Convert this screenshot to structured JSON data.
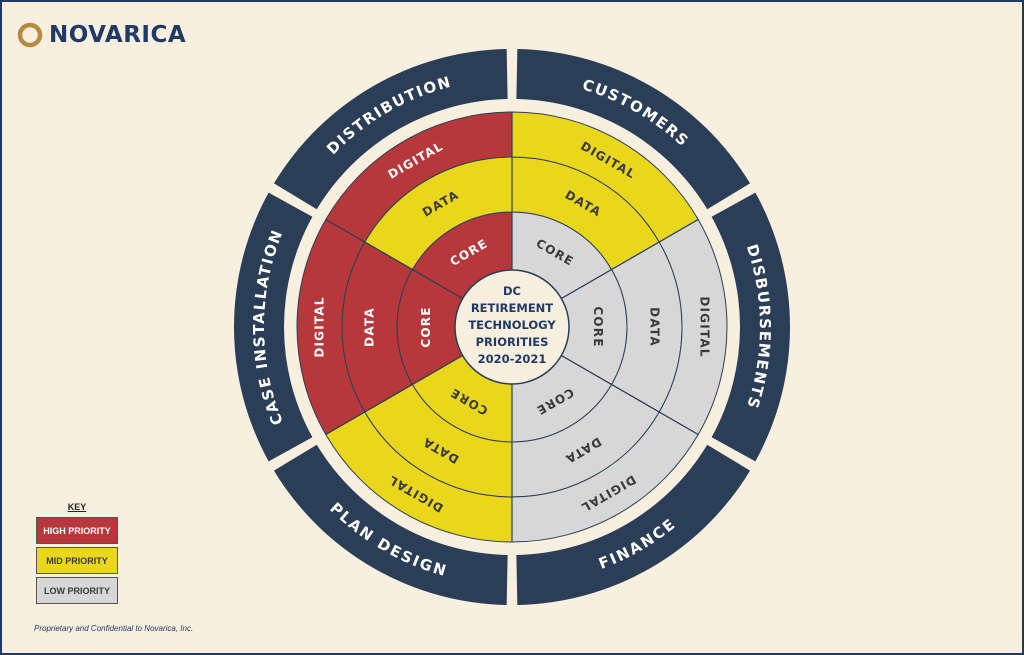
{
  "brand": {
    "name": "NOVARICA",
    "colors": {
      "navy": "#2b3e58",
      "gold": "#b5893e",
      "text": "#1f3a67"
    }
  },
  "center": {
    "lines": [
      "DC",
      "RETIREMENT",
      "TECHNOLOGY",
      "PRIORITIES",
      "2020-2021"
    ]
  },
  "colors": {
    "high": "#b6383b",
    "mid": "#ead61a",
    "low": "#d7d7d7",
    "ring": "#2b3e58",
    "background": "#f8efdf"
  },
  "sectors": [
    {
      "name": "CASE INSTALLATION",
      "core": "CORE",
      "data": "DATA",
      "digital": "DIGITAL",
      "priority": {
        "core": "high",
        "data": "high",
        "digital": "high"
      }
    },
    {
      "name": "DISTRIBUTION",
      "core": "CORE",
      "data": "DATA",
      "digital": "DIGITAL",
      "priority": {
        "core": "high",
        "data": "mid",
        "digital": "high"
      }
    },
    {
      "name": "CUSTOMERS",
      "core": "CORE",
      "data": "DATA",
      "digital": "DIGITAL",
      "priority": {
        "core": "low",
        "data": "mid",
        "digital": "mid"
      }
    },
    {
      "name": "DISBURSEMENTS",
      "core": "CORE",
      "data": "DATA",
      "digital": "DIGITAL",
      "priority": {
        "core": "low",
        "data": "low",
        "digital": "low"
      }
    },
    {
      "name": "FINANCE",
      "core": "CORE",
      "data": "DATA",
      "digital": "DIGITAL",
      "priority": {
        "core": "low",
        "data": "low",
        "digital": "low"
      }
    },
    {
      "name": "PLAN DESIGN",
      "core": "CORE",
      "data": "DATA",
      "digital": "DIGITAL",
      "priority": {
        "core": "mid",
        "data": "mid",
        "digital": "mid"
      }
    }
  ],
  "key": {
    "title": "KEY",
    "items": [
      {
        "label": "HIGH PRIORITY",
        "level": "high"
      },
      {
        "label": "MID PRIORITY",
        "level": "mid"
      },
      {
        "label": "LOW PRIORITY",
        "level": "low"
      }
    ]
  },
  "footer": "Proprietary and Confidential to Novarica, Inc."
}
